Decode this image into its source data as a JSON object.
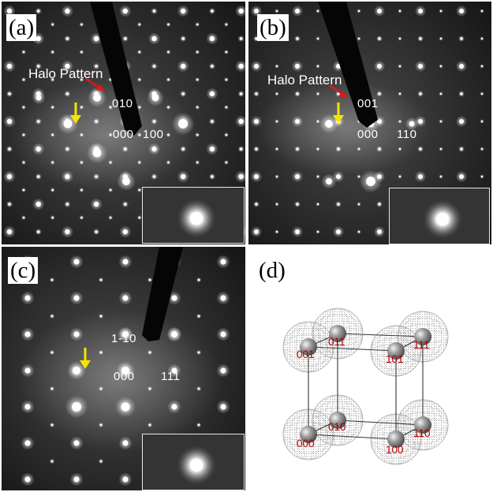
{
  "panels": {
    "a": {
      "letter": "(a)",
      "halo": "Halo Pattern",
      "idx1": "010",
      "idx2": "000",
      "idx3": "100"
    },
    "b": {
      "letter": "(b)",
      "halo": "Halo Pattern",
      "idx1": "001",
      "idx2": "000",
      "idx3": "110"
    },
    "c": {
      "letter": "(c)",
      "idx1": "1-10",
      "idx2": "000",
      "idx3": "111"
    },
    "d": {
      "letter": "(d)",
      "lattice_points": [
        "011",
        "111",
        "001",
        "101",
        "010",
        "110",
        "000",
        "100"
      ]
    }
  },
  "colors": {
    "arrow_yellow": "#f5e400",
    "arrow_red": "#e01818",
    "index_red": "#b00000"
  }
}
